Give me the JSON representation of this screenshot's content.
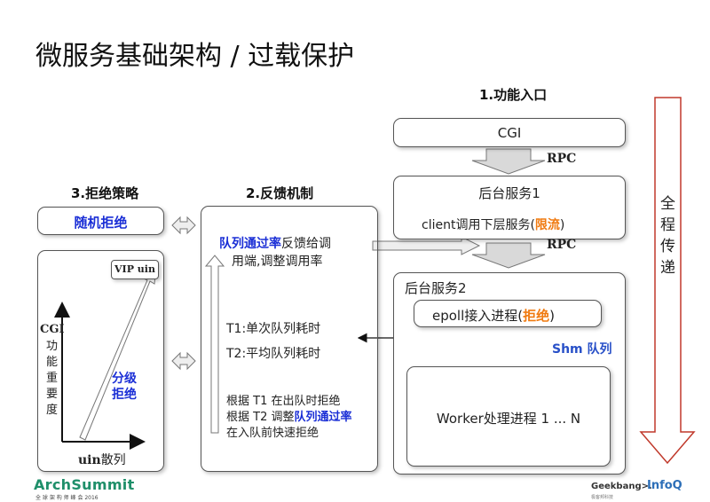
{
  "slide": {
    "title": "微服务基础架构 / 过载保护"
  },
  "sections": {
    "entry": "1.功能入口",
    "feedback": "2.反馈机制",
    "reject": "3.拒绝策略"
  },
  "entry_column": {
    "cgi": "CGI",
    "rpc1": "RPC",
    "backend1_title": "后台服务1",
    "client_prefix": "client调用下层服务(",
    "client_highlight": "限流",
    "client_suffix": ")",
    "rpc2": "RPC",
    "backend2_title": "后台服务2",
    "epoll_prefix": "epoll接入进程(",
    "epoll_highlight": "拒绝",
    "epoll_suffix": ")",
    "shm_queue": "Shm 队列",
    "worker": "Worker处理进程 1 ... N"
  },
  "feedback_box": {
    "line1_highlight": "队列通过率",
    "line1_rest": "反馈给调",
    "line2": "用端,调整调用率",
    "t1": "T1:单次队列耗时",
    "t2": "T2:平均队列耗时",
    "rule1": "根据 T1 在出队时拒绝",
    "rule2_prefix": "根据 T2 调整",
    "rule2_highlight": "队列通过率",
    "rule3": "在入队前快速拒绝"
  },
  "reject_column": {
    "random": "随机拒绝",
    "vip": "VIP uin",
    "graded_line1": "分级",
    "graded_line2": "拒绝",
    "yaxis_title": "CGI",
    "yaxis_chars": [
      "功",
      "能",
      "重",
      "要",
      "度"
    ],
    "xaxis_prefix": "uin",
    "xaxis_suffix": "散列"
  },
  "propagation": [
    "全",
    "程",
    "传",
    "递"
  ],
  "footer": {
    "left_logo": "ArchSummit",
    "left_sub": "全 球 架 构 师 峰 会 2016",
    "right_logo1": "Geekbang>.",
    "right_logo1_sub": "极客邦科技",
    "right_logo2": "InfoQ"
  },
  "colors": {
    "highlight_blue": "#1b2fd6",
    "highlight_orange": "#f07a10",
    "arrow_fill": "#d9d9d9",
    "propagation_arrow": "#c0392b",
    "logo_green": "#1f8f6a",
    "logo_blue": "#2d6fb8"
  }
}
